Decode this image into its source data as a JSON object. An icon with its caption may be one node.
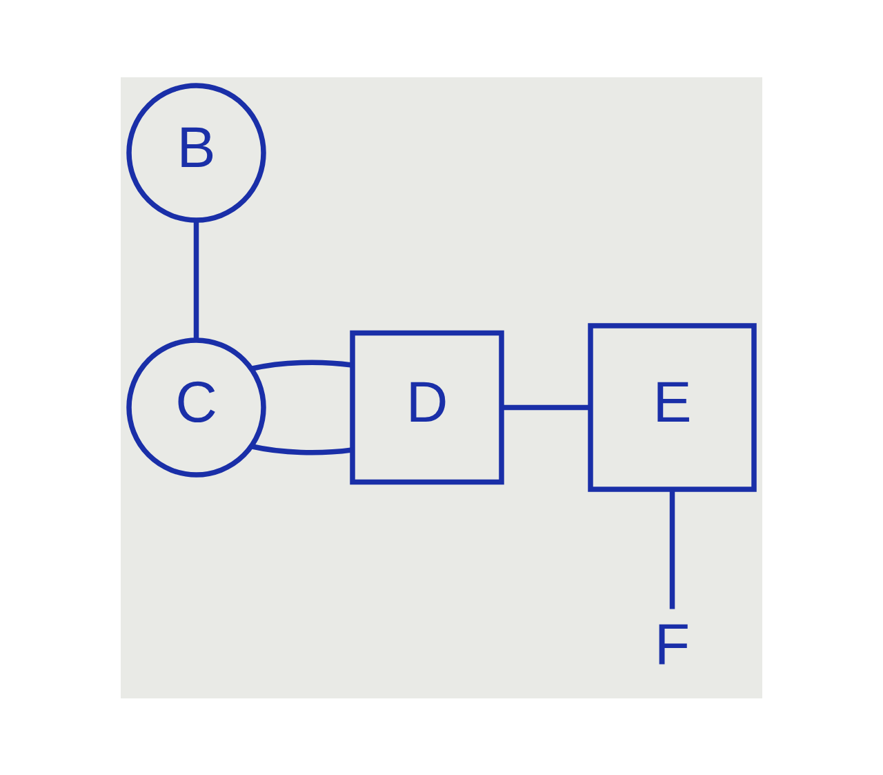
{
  "diagram": {
    "nodes": [
      {
        "text": [
          "B"
        ]
      },
      {
        "text": [
          "C"
        ]
      },
      {
        "text": [
          "D"
        ]
      },
      {
        "text": [
          "E"
        ]
      },
      {
        "text": [
          "F"
        ]
      }
    ],
    "edges": [
      {
        "from": 0,
        "to": 1,
        "arrow": "none"
      },
      {
        "from": 1,
        "to": 2,
        "arrow": "none"
      },
      {
        "from": 1,
        "to": 2,
        "arrow": "none"
      },
      {
        "from": 2,
        "to": 3,
        "arrow": "none"
      },
      {
        "from": 3,
        "to": 4,
        "arrow": "none"
      }
    ]
  }
}
